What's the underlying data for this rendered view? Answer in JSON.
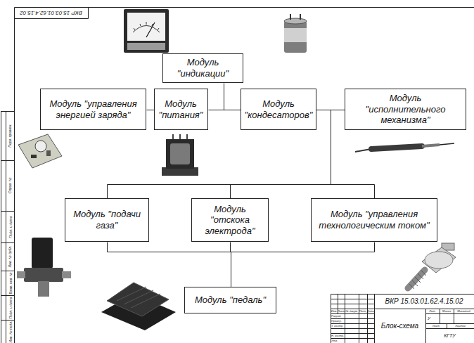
{
  "diagram": {
    "nodes": [
      {
        "text": [
          "Модуль \"индикации\""
        ]
      },
      {
        "text": [
          "Модуль \"управления энергией заряда\""
        ]
      },
      {
        "text": [
          "Модуль \"питания\""
        ]
      },
      {
        "text": [
          "Модуль \"кондесаторов\""
        ]
      },
      {
        "text": [
          "Модуль \"исполнительного механизма\""
        ]
      },
      {
        "text": [
          "Модуль \"подачи газа\""
        ]
      },
      {
        "text": [
          "Модуль \"отскока электрода\""
        ]
      },
      {
        "text": [
          "Модуль \"управления технологическим током\""
        ]
      },
      {
        "text": [
          "Модуль \"педаль\""
        ]
      }
    ],
    "edges": [
      {
        "from": 1,
        "to": 2,
        "arrow": "none"
      },
      {
        "from": 2,
        "to": 3,
        "arrow": "none"
      },
      {
        "from": 0,
        "to": 3,
        "arrow": "none"
      },
      {
        "from": 3,
        "to": 4,
        "arrow": "none"
      },
      {
        "from": 3,
        "to": 5,
        "arrow": "none"
      },
      {
        "from": 3,
        "to": 6,
        "arrow": "none"
      },
      {
        "from": 3,
        "to": 7,
        "arrow": "none"
      },
      {
        "from": 5,
        "to": 8,
        "arrow": "none"
      },
      {
        "from": 6,
        "to": 8,
        "arrow": "none"
      },
      {
        "from": 7,
        "to": 8,
        "arrow": "none"
      }
    ],
    "labels": [
      "ВКР 15.03.01.62.4.15.02",
      "Перв. примен.",
      "Справ. №",
      "Подп. и дата",
      "Инв. № дубл.",
      "Взам. инв. №",
      "Подп. и дата",
      "Инв. № подл.",
      "ВКР 15.03.01.62.4.15.02",
      "Блок-схема",
      "Изм.",
      "Лист",
      "№ докум.",
      "Подп.",
      "Дата",
      "Разраб.",
      "Провер.",
      "Т. контр.",
      "Н. контр.",
      "Утв.",
      "Лит.",
      "Масса",
      "Масштаб",
      "Лист",
      "Листов",
      "КГТУ",
      "У"
    ]
  }
}
